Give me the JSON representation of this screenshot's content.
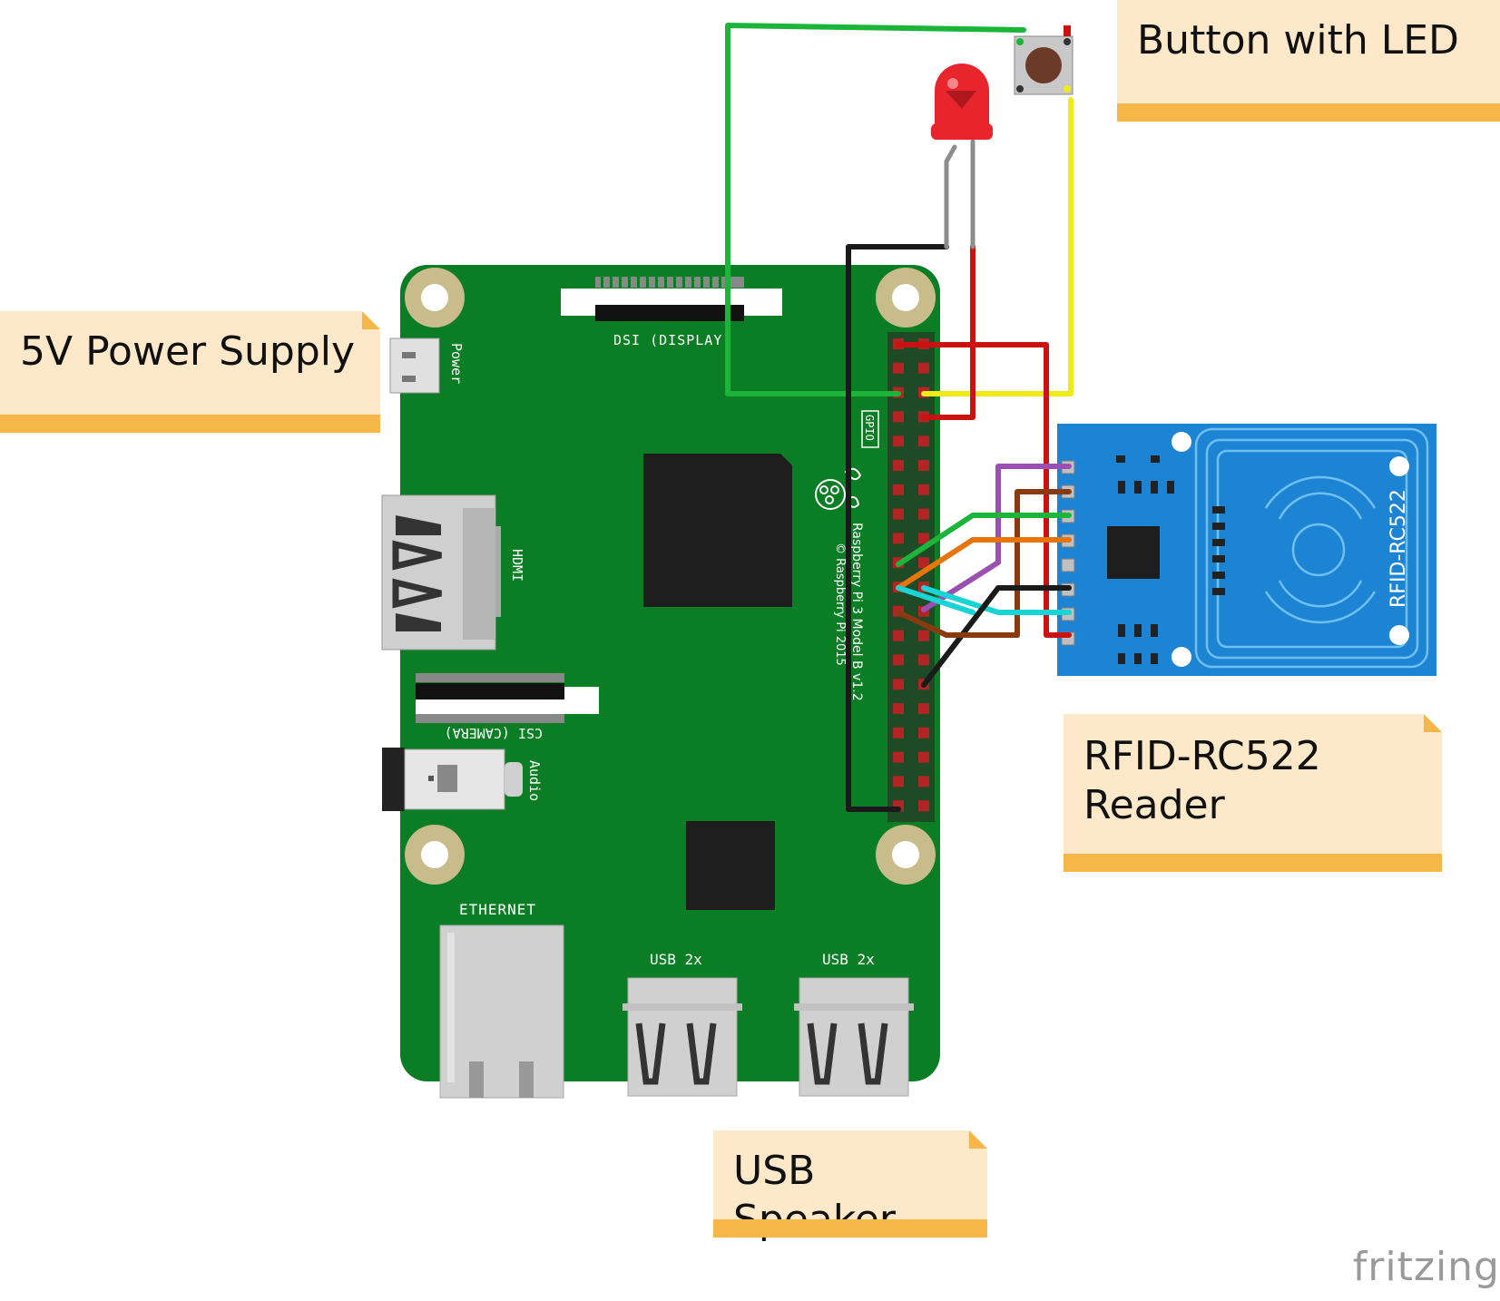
{
  "notes": {
    "button": "Button with LED",
    "power": "5V Power Supply",
    "rfid": "RFID-RC522\nReader",
    "speaker": "USB Speaker"
  },
  "board": {
    "dsi_label": "DSI (DISPLAY)",
    "power_label": "Power",
    "hdmi_label": "HDMI",
    "csi_label": "CSI (CAMERA)",
    "audio_label": "Audio",
    "ethernet_label": "ETHERNET",
    "usb1_label": "USB 2x",
    "usb2_label": "USB 2x",
    "gpio_label": "GPIO",
    "model_label": "Raspberry Pi 3 Model B v1.2",
    "copyright_label": "© Raspberry Pi 2015"
  },
  "rfid_module": {
    "label": "RFID-RC522"
  },
  "watermark": "fritzing",
  "colors": {
    "board": "#0b7d24",
    "rfid": "#1d84d4",
    "note_bg": "#fde9c9",
    "note_bar": "#f7b748",
    "wire_green": "#1db43a",
    "wire_yellow": "#f0ea17",
    "wire_red": "#cc1111",
    "wire_black": "#1a1a1a",
    "wire_purple": "#9b4fb0",
    "wire_brown": "#8a3a0f",
    "wire_orange": "#e8740c",
    "wire_cyan": "#18d4d4",
    "wire_gray": "#8c8c8c"
  }
}
